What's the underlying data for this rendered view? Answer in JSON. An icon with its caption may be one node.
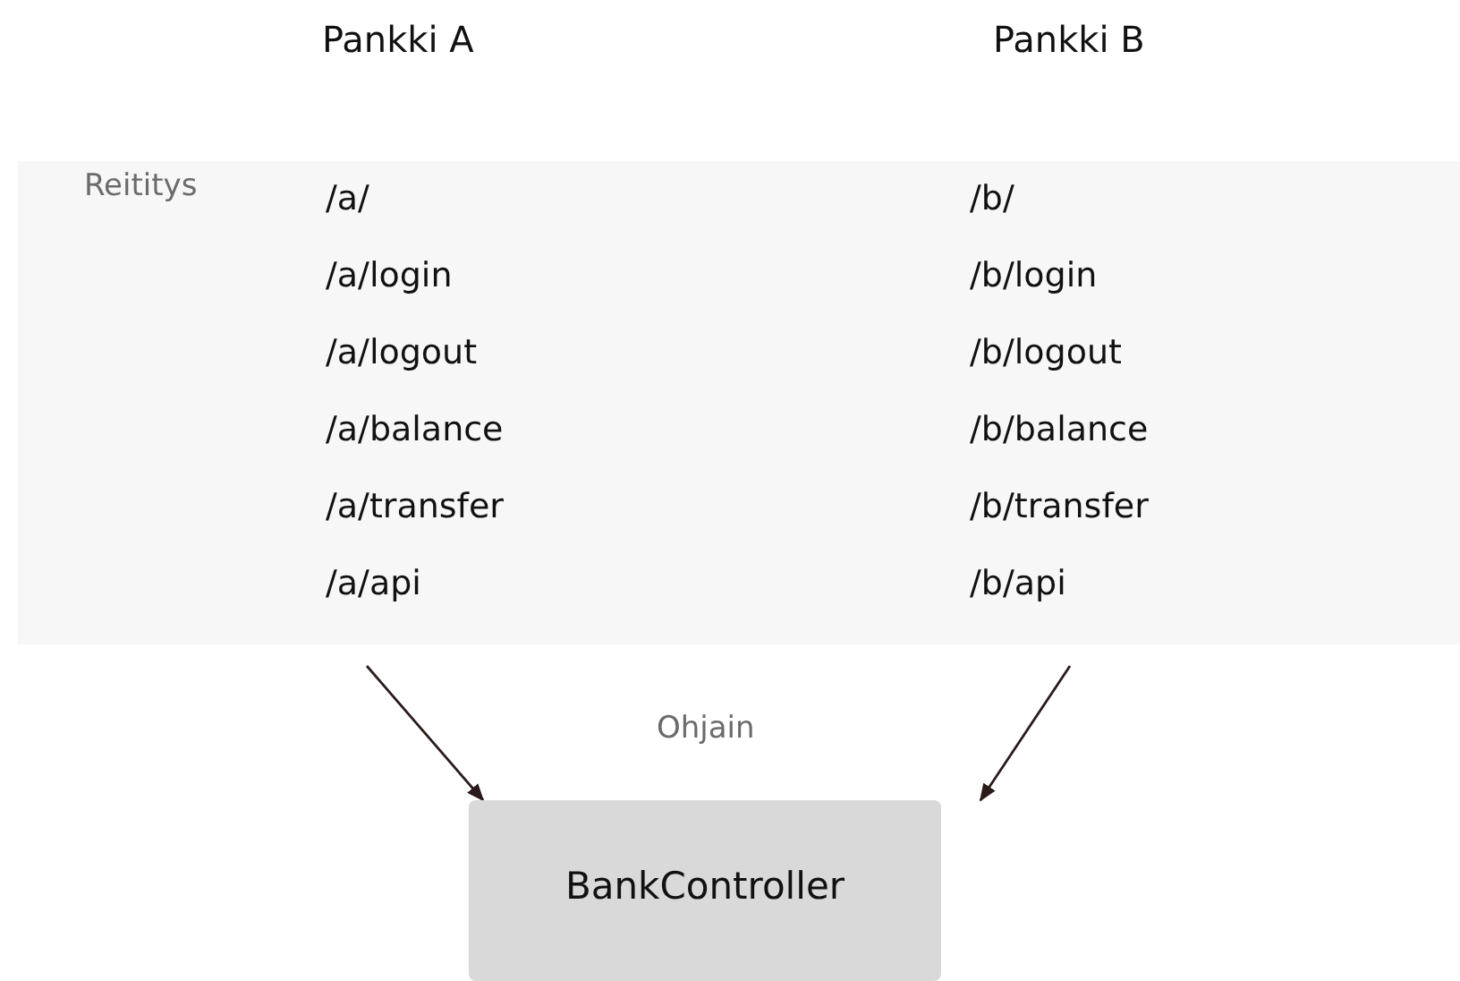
{
  "diagram": {
    "nodes": [
      {
        "text": [
          "Reititys"
        ]
      },
      {
        "text": [
          "/a/",
          "/a/login",
          "/a/logout",
          "/a/balance",
          "/a/transfer",
          "/a/api"
        ],
        "in": 0
      },
      {
        "text": [
          "/b/",
          "/b/login",
          "/b/logout",
          "/b/balance",
          "/b/transfer",
          "/b/api"
        ],
        "in": 0
      },
      {
        "text": [
          "Ohjain",
          "BankController"
        ]
      }
    ],
    "edges": [
      {
        "from": 1,
        "to": 3,
        "arrow": "to"
      },
      {
        "from": 2,
        "to": 3,
        "arrow": "to"
      }
    ],
    "labels": [
      "Pankki A",
      "Pankki B"
    ]
  }
}
